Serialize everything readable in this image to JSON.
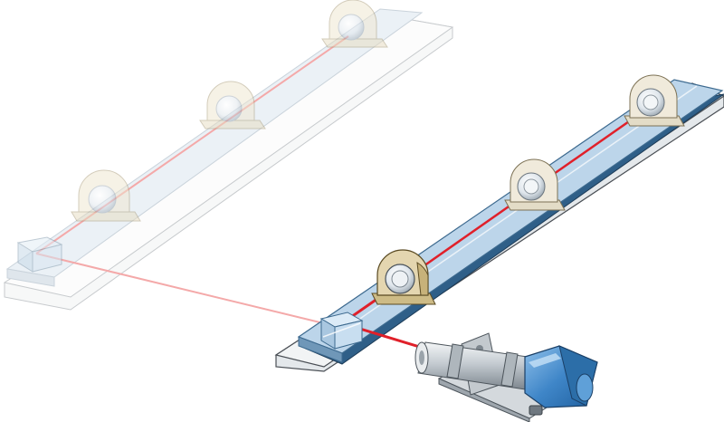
{
  "diagram": {
    "components": [
      {
        "id": "rail-ghost",
        "kind": "optical rail (faded, alternate position)"
      },
      {
        "id": "rail-main",
        "kind": "optical rail"
      },
      {
        "id": "beam-splitter-ghost",
        "kind": "beam splitter cube"
      },
      {
        "id": "beam-splitter-main",
        "kind": "beam splitter cube"
      },
      {
        "id": "mirror-mount",
        "kind": "mirror mount",
        "count": 6
      },
      {
        "id": "laser-head",
        "kind": "laser head on mounting bracket"
      }
    ],
    "colors": {
      "laser_beam": "#e0202a",
      "laser_beam_faded": "#f2a0a0",
      "rail_top": "#c9dcec",
      "rail_channel": "#3a6f99",
      "rail_base": "#e8ecef",
      "mount_body": "#e4d6b0",
      "laser_housing": "#3f86c8",
      "laser_barrel": "#c9cfd4"
    }
  }
}
